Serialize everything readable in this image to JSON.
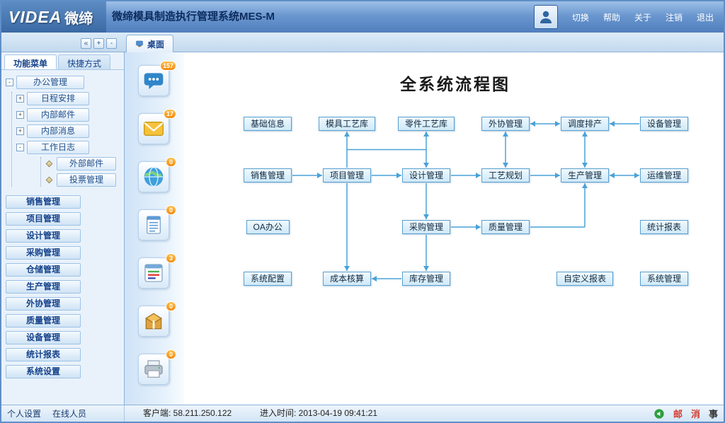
{
  "header": {
    "logo_primary": "VIDEA",
    "logo_secondary": "微缔",
    "title": "微缔模具制造执行管理系统MES-M",
    "links": [
      "切换",
      "帮助",
      "关于",
      "注销",
      "退出"
    ]
  },
  "toolbar": {
    "collapse_label": "«",
    "expand_all_label": "+",
    "collapse_all_label": "-",
    "desktop_tab_label": "桌面"
  },
  "sidebar": {
    "tab_menu": "功能菜单",
    "tab_shortcut": "快捷方式",
    "office": {
      "label": "办公管理",
      "expander": "-"
    },
    "office_children": [
      {
        "label": "日程安排",
        "expander": "+"
      },
      {
        "label": "内部邮件",
        "expander": "+"
      },
      {
        "label": "内部消息",
        "expander": "+"
      },
      {
        "label": "工作日志",
        "expander": "-"
      }
    ],
    "worklog_children": [
      {
        "label": "外部邮件"
      },
      {
        "label": "投票管理"
      }
    ],
    "sections": [
      "销售管理",
      "项目管理",
      "设计管理",
      "采购管理",
      "仓储管理",
      "生产管理",
      "外协管理",
      "质量管理",
      "设备管理",
      "统计报表",
      "系统设置"
    ]
  },
  "dock": {
    "items": [
      {
        "icon": "chat-icon",
        "badge": "157"
      },
      {
        "icon": "mail-icon",
        "badge": "17"
      },
      {
        "icon": "globe-icon",
        "badge": "0"
      },
      {
        "icon": "notepad-icon",
        "badge": "0"
      },
      {
        "icon": "checklist-icon",
        "badge": "3"
      },
      {
        "icon": "package-icon",
        "badge": "0"
      },
      {
        "icon": "printer-icon",
        "badge": "0"
      }
    ]
  },
  "flowchart": {
    "title": "全系统流程图",
    "nodes": [
      {
        "label": "基础信息",
        "col": 0,
        "row": 0
      },
      {
        "label": "模具工艺库",
        "col": 1,
        "row": 0
      },
      {
        "label": "零件工艺库",
        "col": 2,
        "row": 0
      },
      {
        "label": "外协管理",
        "col": 3,
        "row": 0
      },
      {
        "label": "调度排产",
        "col": 4,
        "row": 0
      },
      {
        "label": "设备管理",
        "col": 5,
        "row": 0
      },
      {
        "label": "销售管理",
        "col": 0,
        "row": 1
      },
      {
        "label": "项目管理",
        "col": 1,
        "row": 1
      },
      {
        "label": "设计管理",
        "col": 2,
        "row": 1
      },
      {
        "label": "工艺规划",
        "col": 3,
        "row": 1
      },
      {
        "label": "生产管理",
        "col": 4,
        "row": 1
      },
      {
        "label": "运维管理",
        "col": 5,
        "row": 1
      },
      {
        "label": "OA办公",
        "col": 0,
        "row": 2
      },
      {
        "label": "采购管理",
        "col": 2,
        "row": 2
      },
      {
        "label": "质量管理",
        "col": 3,
        "row": 2
      },
      {
        "label": "统计报表",
        "col": 5,
        "row": 2
      },
      {
        "label": "系统配置",
        "col": 0,
        "row": 3
      },
      {
        "label": "成本核算",
        "col": 1,
        "row": 3
      },
      {
        "label": "库存管理",
        "col": 2,
        "row": 3
      },
      {
        "label": "自定义报表",
        "col": 4,
        "row": 3
      },
      {
        "label": "系统管理",
        "col": 5,
        "row": 3
      }
    ],
    "edges": [
      {
        "from": "销售管理",
        "to": "项目管理",
        "type": "h",
        "arrows": "to"
      },
      {
        "from": "项目管理",
        "to": "设计管理",
        "type": "h",
        "arrows": "to"
      },
      {
        "from": "设计管理",
        "to": "工艺规划",
        "type": "h",
        "arrows": "to"
      },
      {
        "from": "工艺规划",
        "to": "生产管理",
        "type": "h",
        "arrows": "to"
      },
      {
        "from": "生产管理",
        "to": "运维管理",
        "type": "h",
        "arrows": "both"
      },
      {
        "from": "外协管理",
        "to": "调度排产",
        "type": "h",
        "arrows": "both"
      },
      {
        "from": "设备管理",
        "to": "调度排产",
        "type": "h",
        "arrows": "to"
      },
      {
        "from": "项目管理",
        "to": "模具工艺库",
        "type": "v",
        "arrows": "to"
      },
      {
        "from": "设计管理",
        "to": "零件工艺库",
        "type": "v",
        "arrows": "both"
      },
      {
        "from": "模具工艺库",
        "to": "零件工艺库",
        "type": "hmid",
        "arrows": "none"
      },
      {
        "from": "工艺规划",
        "to": "外协管理",
        "type": "v",
        "arrows": "both"
      },
      {
        "from": "生产管理",
        "to": "调度排产",
        "type": "v",
        "arrows": "both"
      },
      {
        "from": "设计管理",
        "to": "采购管理",
        "type": "v",
        "arrows": "to"
      },
      {
        "from": "采购管理",
        "to": "质量管理",
        "type": "h",
        "arrows": "to"
      },
      {
        "from": "质量管理",
        "to": "生产管理",
        "type": "bend",
        "arrows": "to"
      },
      {
        "from": "项目管理",
        "to": "成本核算",
        "type": "v",
        "arrows": "to"
      },
      {
        "from": "采购管理",
        "to": "库存管理",
        "type": "v",
        "arrows": "to"
      },
      {
        "from": "库存管理",
        "to": "成本核算",
        "type": "h",
        "arrows": "to"
      }
    ]
  },
  "statusbar": {
    "personal_settings": "个人设置",
    "online_users": "在线人员",
    "client": "客户端: 58.211.250.122",
    "enter_time": "进入时间: 2013-04-19 09:41:21",
    "right_items": [
      {
        "label": "邮",
        "color": "#d43b30"
      },
      {
        "label": "消",
        "color": "#d43b30"
      },
      {
        "label": "事",
        "color": "#333333"
      }
    ]
  },
  "colors": {
    "accent_arrow": "#49a2d8",
    "header_blue": "#4f7fbd",
    "flow_box_border": "#5a9fce",
    "badge_orange": "#f28a0e"
  }
}
